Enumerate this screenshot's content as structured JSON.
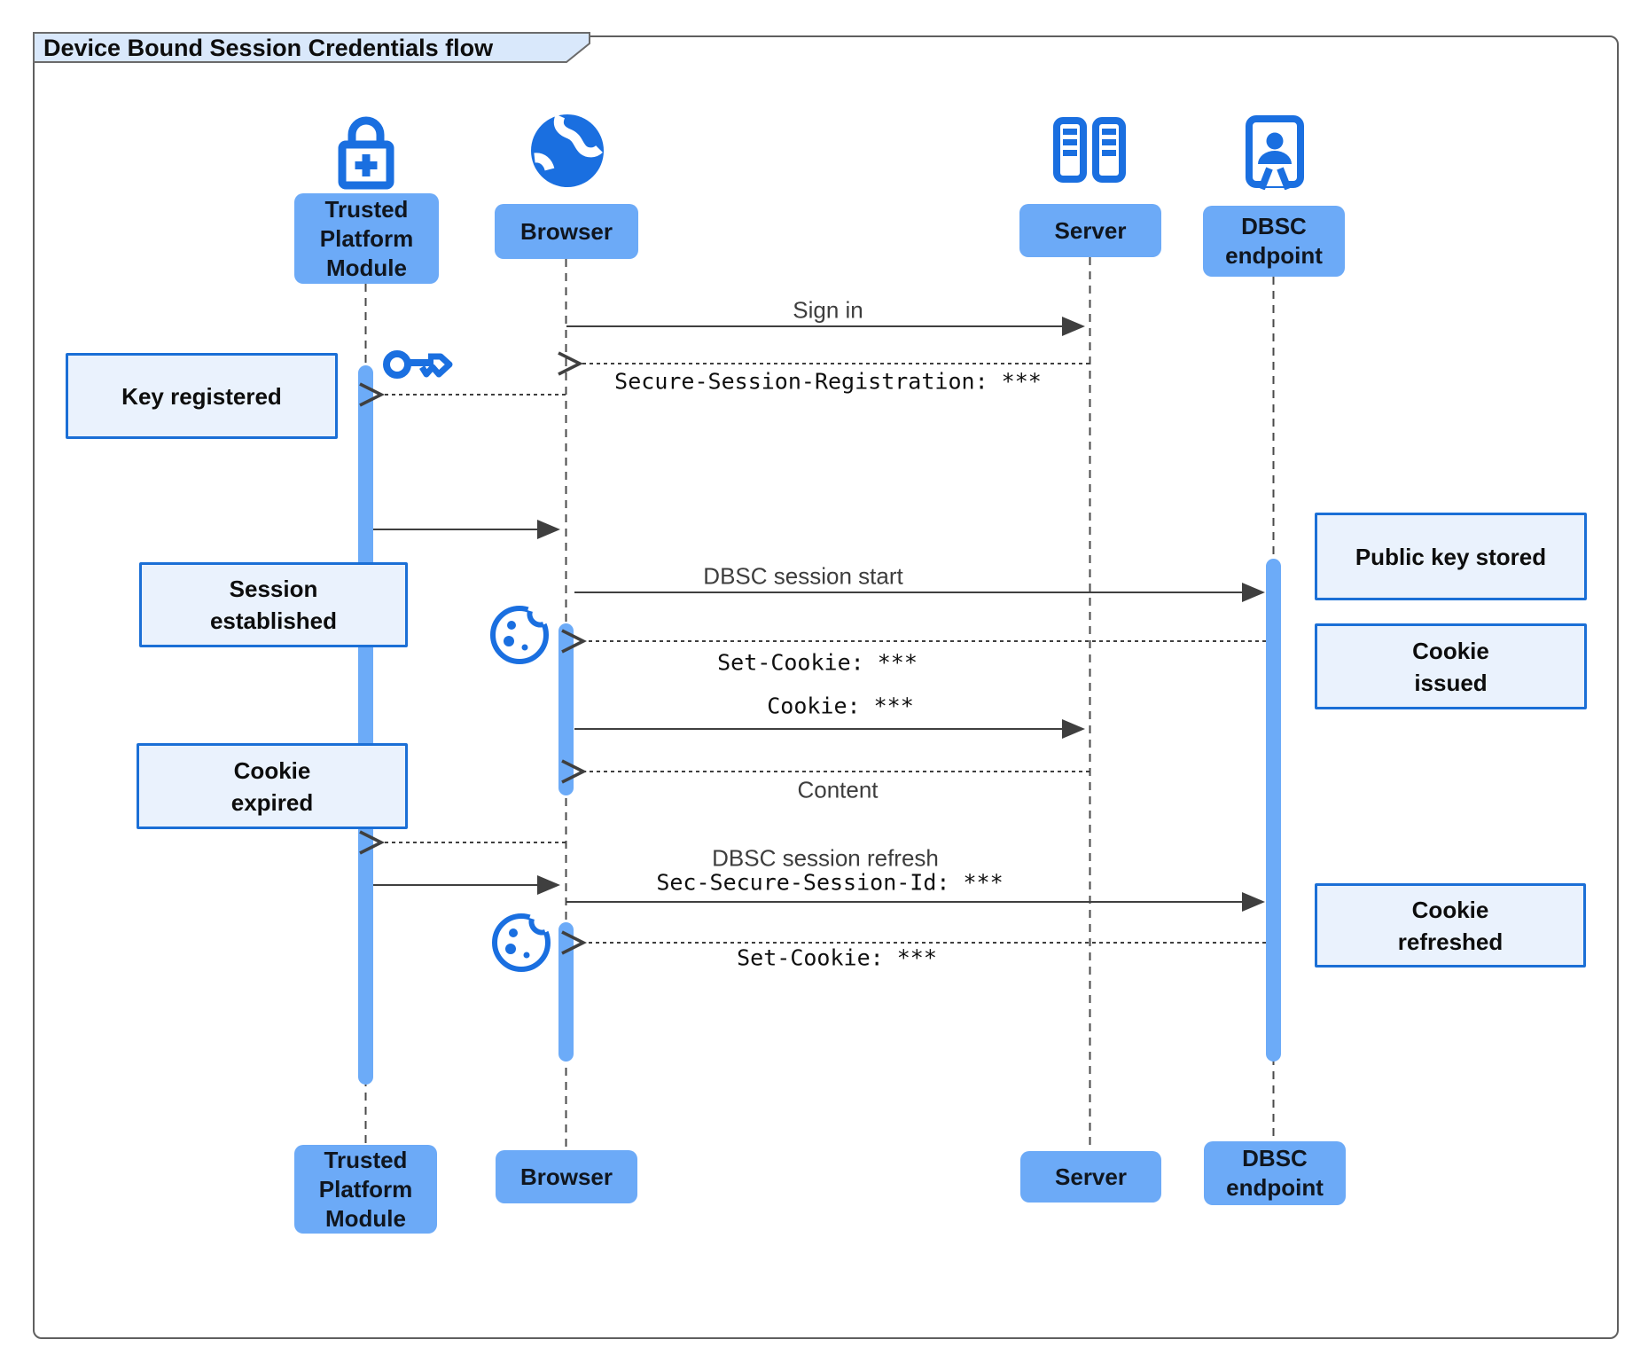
{
  "title": "Device Bound Session Credentials flow",
  "actors": {
    "tpm": {
      "label": "Trusted\nPlatform\nModule",
      "icon": "lock-plus-icon"
    },
    "browser": {
      "label": "Browser",
      "icon": "globe-icon"
    },
    "server": {
      "label": "Server",
      "icon": "server-rack-icon"
    },
    "dbsc": {
      "label": "DBSC\nendpoint",
      "icon": "doorway-person-icon"
    }
  },
  "messages": {
    "sign_in": "Sign in",
    "secure_session_registration": "Secure-Session-Registration: ***",
    "dbsc_session_start": "DBSC session start",
    "set_cookie_1": "Set-Cookie: ***",
    "cookie": "Cookie: ***",
    "content": "Content",
    "dbsc_session_refresh": "DBSC session refresh",
    "sec_secure_session_id": "Sec-Secure-Session-Id: ***",
    "set_cookie_2": "Set-Cookie: ***"
  },
  "notes": {
    "key_registered": "Key registered",
    "session_established": "Session\nestablished",
    "cookie_expired": "Cookie\nexpired",
    "public_key_stored": "Public key stored",
    "cookie_issued": "Cookie\nissued",
    "cookie_refreshed": "Cookie\nrefreshed"
  },
  "icons": [
    "lock-plus-icon",
    "globe-icon",
    "server-rack-icon",
    "doorway-person-icon",
    "key-icon",
    "cookie-icon"
  ],
  "colors": {
    "actor_box_fill": "#6caaf7",
    "activation_bar_fill": "#6cabf8",
    "icon_blue": "#1a6fe0",
    "note_fill": "#eaf2fd",
    "note_border": "#1b6fd6",
    "tab_fill": "#d9e8fb",
    "frame_border": "#5f5f5f",
    "arrow_line": "#3f3f3f"
  }
}
